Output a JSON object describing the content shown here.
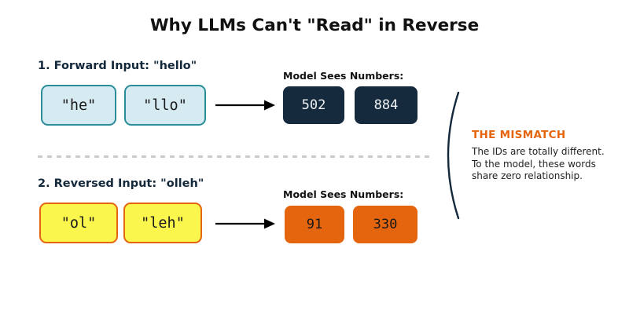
{
  "title": "Why LLMs Can't \"Read\" in Reverse",
  "sections": [
    {
      "heading": "1. Forward Input: \"hello\"",
      "tokens": [
        "\"he\"",
        "\"llo\""
      ],
      "model_label": "Model Sees Numbers:",
      "token_ids": [
        "502",
        "884"
      ]
    },
    {
      "heading": "2. Reversed Input: \"olleh\"",
      "tokens": [
        "\"ol\"",
        "\"leh\""
      ],
      "model_label": "Model Sees Numbers:",
      "token_ids": [
        "91",
        "330"
      ]
    }
  ],
  "mismatch": {
    "heading": "THE MISMATCH",
    "lines": [
      "The IDs are totally different.",
      "To the model, these words",
      "share zero relationship."
    ]
  },
  "colors": {
    "heading_navy": "#14283c",
    "token_border_teal": "#2a8e98",
    "token_fill_lightblue": "#d6ebf1",
    "id_box_dark": "#152a3c",
    "accent_orange": "#e5650e",
    "token_fill_yellow": "#fbf64e",
    "divider_gray": "#cbcbcb",
    "arrow_black": "#000000"
  }
}
